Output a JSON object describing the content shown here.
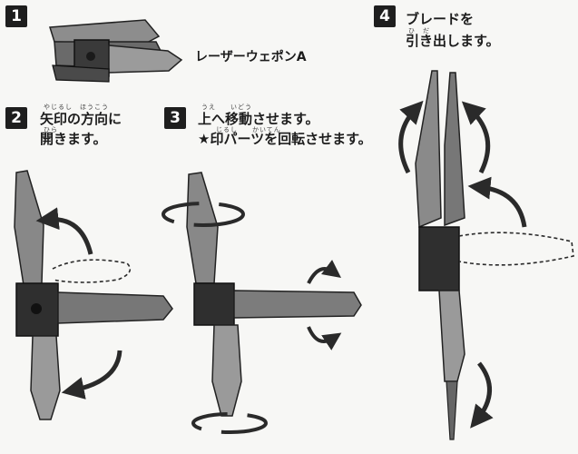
{
  "steps": [
    {
      "number": "1",
      "text": ""
    },
    {
      "number": "2",
      "line1": "矢印の方向に",
      "line2": "開きます。",
      "ruby1": "やじるし　ほうこう",
      "ruby2": "ひら"
    },
    {
      "number": "3",
      "line1": "上へ移動させます。",
      "line2": "★印パーツを回転させます。",
      "ruby1": "うえ　　いどう",
      "ruby2": "じるし　　かいてん"
    },
    {
      "number": "4",
      "line1": "ブレードを",
      "line2": "引き出します。",
      "ruby2": "ひ　だ"
    }
  ],
  "weapon_label": "レーザーウェポンA",
  "colors": {
    "part_dark": "#2e2e2e",
    "part_mid": "#6e6e6e",
    "part_light": "#a9a9a9",
    "arrow": "#2a2a2a",
    "dashed": "#2a2a2a"
  }
}
